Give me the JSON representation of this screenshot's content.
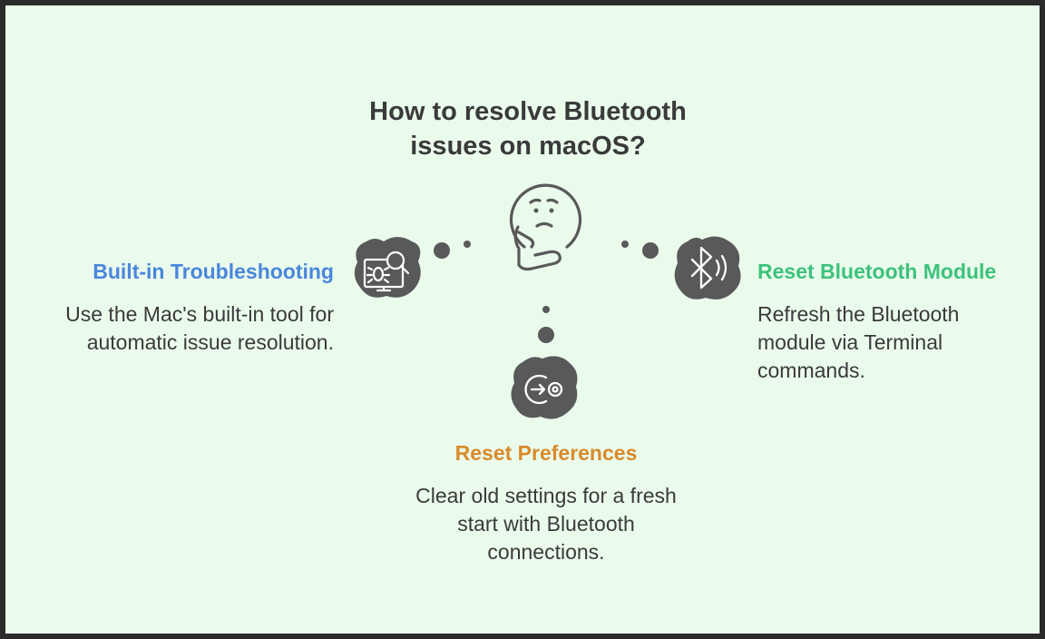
{
  "title": {
    "line1": "How to resolve Bluetooth",
    "line2": "issues on macOS?"
  },
  "colors": {
    "background": "#eafbec",
    "text": "#3a3a3a",
    "icon": "#595959",
    "left_heading": "#4a86dd",
    "right_heading": "#3cc27c",
    "bottom_heading": "#d98a2a"
  },
  "center_icon": "thinking-face-icon",
  "options": {
    "left": {
      "icon": "bug-search-monitor-icon",
      "heading": "Built-in Troubleshooting",
      "desc_lines": [
        "Use the Mac's built-in tool for",
        "automatic issue resolution."
      ]
    },
    "right": {
      "icon": "bluetooth-icon",
      "heading": "Reset Bluetooth Module",
      "desc_lines": [
        "Refresh the Bluetooth",
        "module via Terminal",
        "commands."
      ]
    },
    "bottom": {
      "icon": "reset-arrow-target-icon",
      "heading": "Reset Preferences",
      "desc_lines": [
        "Clear old settings for a fresh",
        "start with Bluetooth",
        "connections."
      ]
    }
  }
}
